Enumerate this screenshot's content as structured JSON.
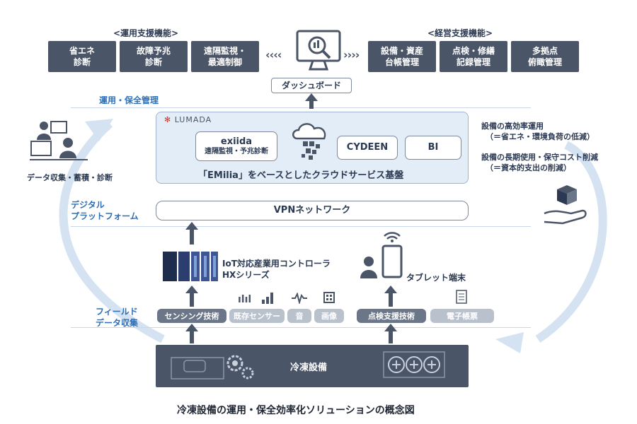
{
  "ops_support": {
    "label": "<運用支援機能>",
    "items": [
      "省エネ\n診断",
      "故障予兆\n診断",
      "遠隔監視・\n最適制御"
    ]
  },
  "mgmt_support": {
    "label": "<経営支援機能>",
    "items": [
      "設備・資産\n台帳管理",
      "点検・修繕\n記録管理",
      "多拠点\n俯瞰管理"
    ]
  },
  "dashboard": "ダッシュボード",
  "side_labels": {
    "ops_mgmt": "運用・保全管理",
    "digital_platform": "デジタル\nプラットフォーム",
    "field_collection": "フィールド\nデータ収集"
  },
  "lumada": {
    "logo": "LUMADA",
    "exiida_name": "exiida",
    "exiida_sub": "遠隔監視・予兆診断",
    "cydeen": "CYDEEN",
    "bi": "BI",
    "caption": "「EMilia」をベースとしたクラウドサービス基盤"
  },
  "vpn": "VPNネットワーク",
  "left_note": "データ収集・蓄積・診断",
  "right_notes": {
    "line1": "設備の高効率運用",
    "line2": "（＝省エネ・環境負荷の低減）",
    "line3": "設備の長期使用・保守コスト削減",
    "line4": "（＝資本的支出の削減）"
  },
  "controller": {
    "line1": "IoT対応産業用コントローラ",
    "line2": "HXシリーズ"
  },
  "tablet": "タブレット端末",
  "field_pills": {
    "sensing": "センシング技術",
    "existing_sensor": "既存センサー",
    "sound": "音",
    "image": "画像",
    "inspection": "点検支援技術",
    "e_form": "電子帳票"
  },
  "equipment": "冷凍設備",
  "caption": "冷凍設備の運用・保全効率化ソリューションの概念図",
  "colors": {
    "dark": "#4a5568",
    "accent_blue": "#2e6fb5",
    "platform_bg": "#e3edf8",
    "arc": "#d5e2f1"
  }
}
